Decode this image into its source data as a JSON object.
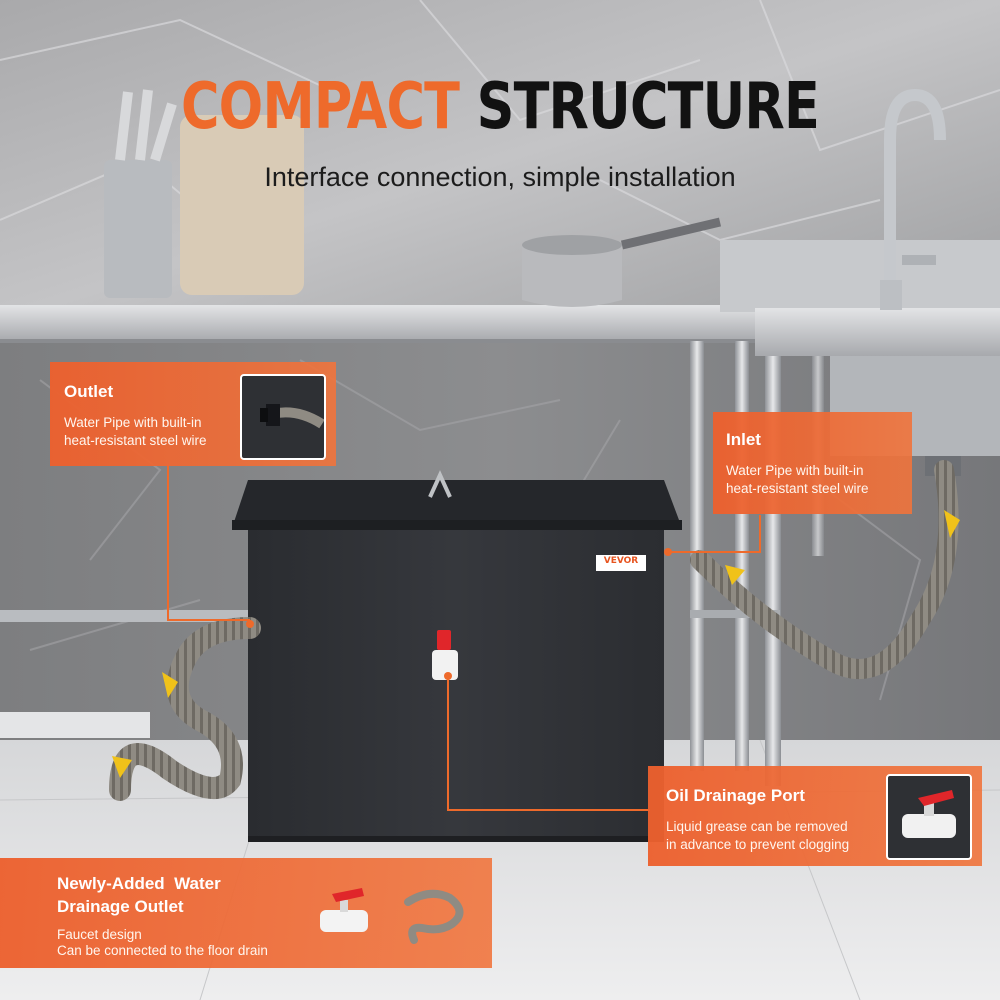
{
  "header": {
    "title_accent": "COMPACT",
    "title_main": "STRUCTURE",
    "subtitle": "Interface connection, simple installation"
  },
  "brand": {
    "label": "VEVOR"
  },
  "callouts": {
    "outlet": {
      "title": "Outlet",
      "text_1": "Water Pipe with built-in",
      "text_2": "heat-resistant steel wire"
    },
    "inlet": {
      "title": "Inlet",
      "text_1": "Water Pipe with built-in",
      "text_2": "heat-resistant steel wire"
    },
    "oil_drain": {
      "title": "Oil Drainage Port",
      "text_1": "Liquid grease can be removed",
      "text_2": "in advance to prevent clogging"
    },
    "water_drain": {
      "title_1": "Newly-Added  Water",
      "title_2": "Drainage Outlet",
      "text_1": "Faucet design",
      "text_2": "Can be connected to the floor drain"
    }
  },
  "colors": {
    "accent": "#ee6a2b",
    "tank": "#2f3136",
    "steel": "#b9bcc0",
    "hose": "#8e8a82",
    "valve_handle": "#e0262a"
  }
}
